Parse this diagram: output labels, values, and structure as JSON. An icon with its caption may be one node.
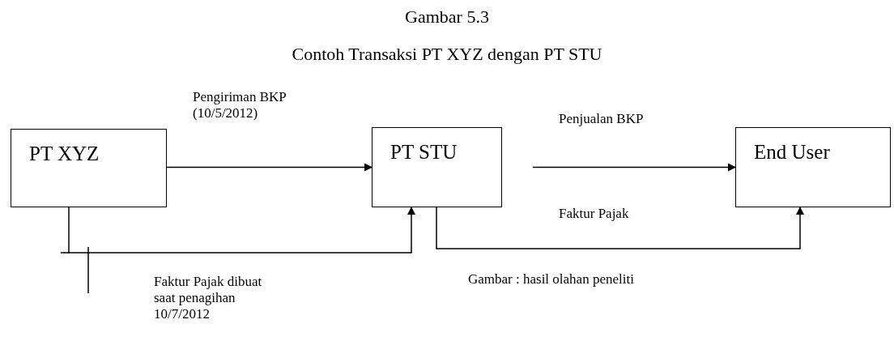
{
  "diagram": {
    "title": "Contoh Transaksi PT XYZ dengan PT STU",
    "nodes": [
      {
        "text": [
          "PT XYZ"
        ]
      },
      {
        "text": [
          "PT STU"
        ]
      },
      {
        "text": [
          "End User"
        ]
      }
    ],
    "edges": [
      {
        "from": 0,
        "to": 1,
        "arrow": "to",
        "label": "Pengiriman BKP (10/5/2012)"
      },
      {
        "from": 0,
        "to": 1,
        "arrow": "to",
        "label": "Faktur Pajak dibuat saat penagihan 10/7/2012"
      },
      {
        "from": 1,
        "to": 2,
        "arrow": "to",
        "label": "Penjualan BKP"
      },
      {
        "from": 1,
        "to": 2,
        "arrow": "to",
        "label": "Faktur Pajak"
      }
    ],
    "labels": [
      "Gambar 5.3"
    ],
    "caption": "Gambar : hasil olahan peneliti"
  }
}
